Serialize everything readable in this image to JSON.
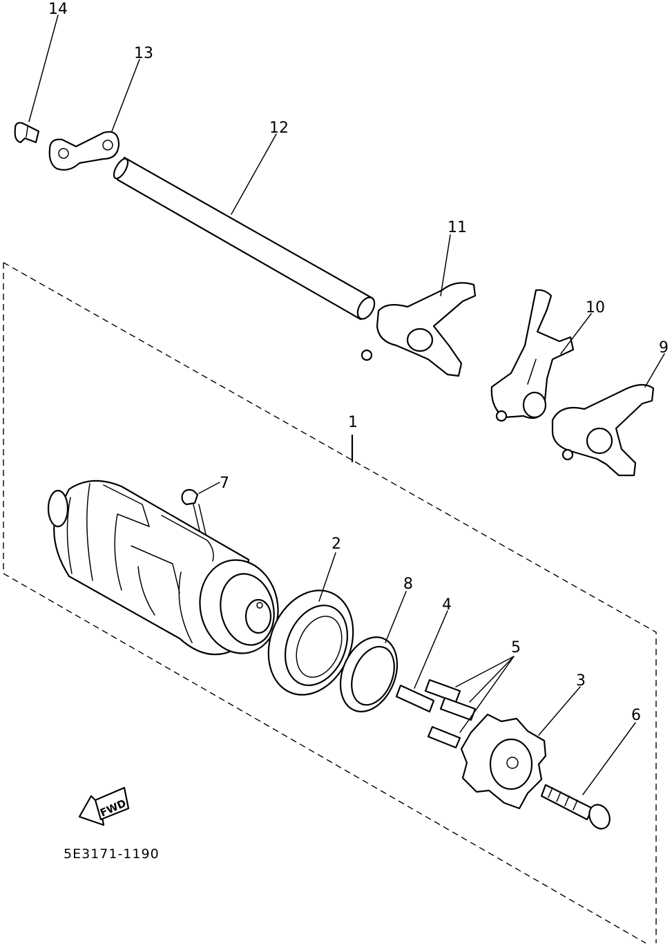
{
  "diagram": {
    "callouts": [
      "14",
      "13",
      "12",
      "11",
      "10",
      "9",
      "1",
      "7",
      "2",
      "8",
      "4",
      "5",
      "3",
      "6"
    ],
    "arrow_label": "FWD",
    "part_code": "5E3171-1190"
  }
}
